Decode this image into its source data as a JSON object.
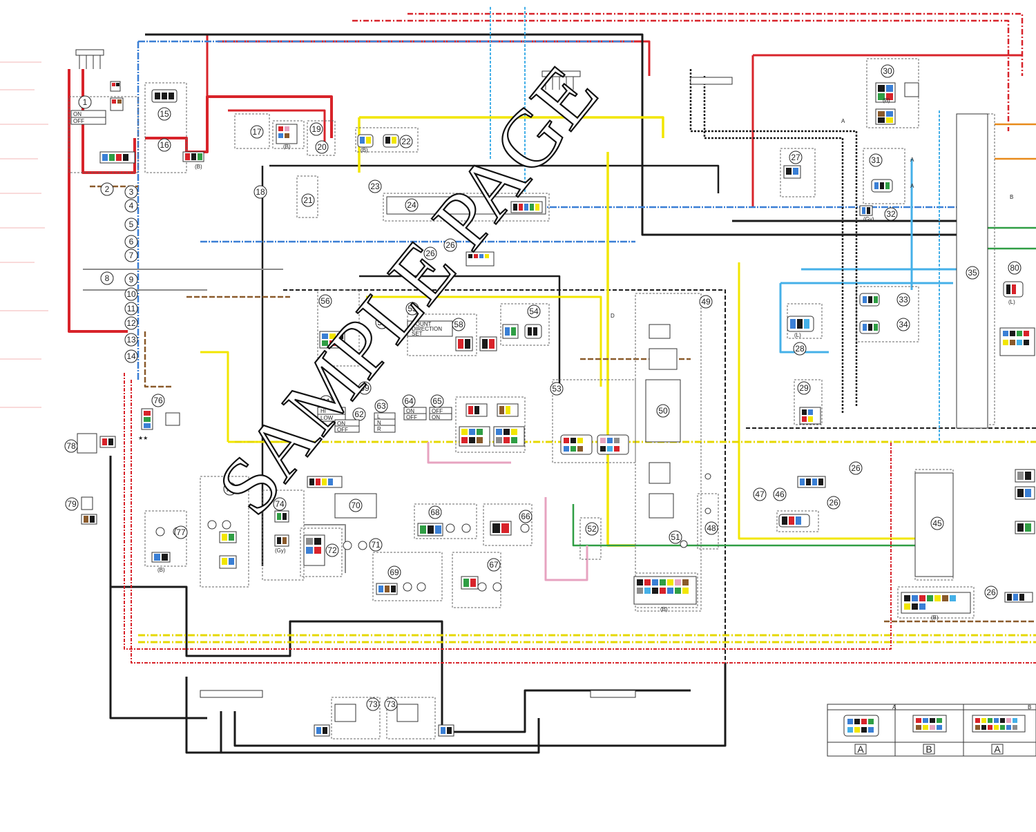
{
  "watermark": "SAMPLE PAGE",
  "colors": {
    "red": "#d8232a",
    "black": "#1a1a1a",
    "blue": "#3a7fd5",
    "lightblue": "#45b0e8",
    "yellow": "#f2e600",
    "green": "#2f9e44",
    "brown": "#8a5a2b",
    "pink": "#e7a3c0",
    "gray": "#8c8c8c",
    "orange": "#e88a1a"
  },
  "component_numbers": [
    "1",
    "2",
    "3",
    "4",
    "5",
    "6",
    "7",
    "8",
    "9",
    "10",
    "11",
    "12",
    "13",
    "14",
    "15",
    "16",
    "17",
    "18",
    "19",
    "20",
    "21",
    "22",
    "23",
    "24",
    "26",
    "27",
    "28",
    "29",
    "30",
    "31",
    "32",
    "33",
    "34",
    "35",
    "45",
    "46",
    "47",
    "48",
    "49",
    "50",
    "51",
    "52",
    "53",
    "54",
    "55",
    "56",
    "57",
    "58",
    "59",
    "61",
    "62",
    "63",
    "64",
    "65",
    "66",
    "67",
    "68",
    "69",
    "70",
    "71",
    "72",
    "73",
    "74",
    "75",
    "76",
    "77",
    "78",
    "79",
    "80"
  ],
  "switch_labels": {
    "ignition_on": "ON",
    "ignition_off": "OFF",
    "hi": "HI",
    "low": "LOW",
    "on_off_1": [
      "ON",
      "OFF"
    ],
    "lnr": [
      "L",
      "N",
      "R"
    ],
    "on_off_2": [
      "ON",
      "OFF"
    ],
    "off_on": [
      "OFF",
      "ON"
    ],
    "count": "COUNT",
    "direction": "DIRECTION",
    "set": "SET"
  },
  "connector_tags": {
    "b": "(B)",
    "gy": "(Gy)",
    "l": "(L)",
    "a": "A",
    "bb": "B",
    "dd": "D",
    "stars": "★★"
  },
  "legend": {
    "header_letters": [
      "A",
      "B"
    ],
    "labels": [
      "A",
      "B",
      "A"
    ]
  }
}
